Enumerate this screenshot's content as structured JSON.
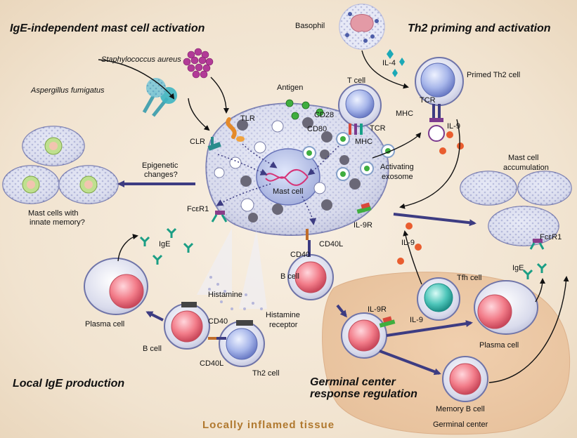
{
  "titles": {
    "ige_independent": "IgE-independent mast cell activation",
    "th2_priming": "Th2 priming and activation",
    "local_ige": "Local IgE production",
    "germinal_center_line1": "Germinal center",
    "germinal_center_line2": "response regulation",
    "footer": "Locally inflamed tissue"
  },
  "labels": {
    "basophil": "Basophil",
    "il4": "IL-4",
    "primed_th2": "Primed Th2 cell",
    "staph": "Staphylococcus aureus",
    "aspergillus": "Aspergillus fumigatus",
    "antigen": "Antigen",
    "t_cell": "T cell",
    "tcr_top": "TCR",
    "mhc_top": "MHC",
    "il9_top": "IL-9",
    "tlr": "TLR",
    "clr": "CLR",
    "cd28": "CD28",
    "cd80": "CD80",
    "tcr": "TCR",
    "mhc": "MHC",
    "activating_line1": "Activating",
    "activating_line2": "exosome",
    "epigenetic_line1": "Epigenetic",
    "epigenetic_line2": "changes?",
    "mast_cell": "Mast cell",
    "mast_accum_line1": "Mast cell",
    "mast_accum_line2": "accumulation",
    "innate_line1": "Mast cells with",
    "innate_line2": "innate memory?",
    "fce_r1_left": "FcεR1",
    "il9r_mid": "IL-9R",
    "fce_r1_right": "FcεR1",
    "ige_left": "IgE",
    "ige_right": "IgE",
    "cd40_mid": "CD40",
    "cd40l_mid": "CD40L",
    "il9_mid": "IL-9",
    "histamine": "Histamine",
    "b_cell_mid": "B cell",
    "tfh_cell": "Tfh cell",
    "plasma_cell_left": "Plasma cell",
    "cd40_left": "CD40",
    "histamine_receptor_line1": "Histamine",
    "histamine_receptor_line2": "receptor",
    "il9r_gc": "IL-9R",
    "il9_gc": "IL-9",
    "b_cell_left": "B cell",
    "cd40l_left": "CD40L",
    "th2_cell": "Th2 cell",
    "plasma_cell_right": "Plasma cell",
    "memory_b": "Memory B cell",
    "germinal_center": "Germinal center"
  },
  "colors": {
    "background": "#f3e9d9",
    "germinal_zone": "#efd2b4",
    "mast_cell_body": "#d9d9ec",
    "arrow_dark": "#3d3c82",
    "footer_text": "#b0782e",
    "nucleus_pink": "#f06f7c",
    "th2_nucleus": "#8fa7e3",
    "tfh_nucleus": "#35b8ad",
    "il9_orange": "#e95d2f",
    "granule_green": "#3fae3f",
    "ige_teal": "#1a9e84"
  }
}
